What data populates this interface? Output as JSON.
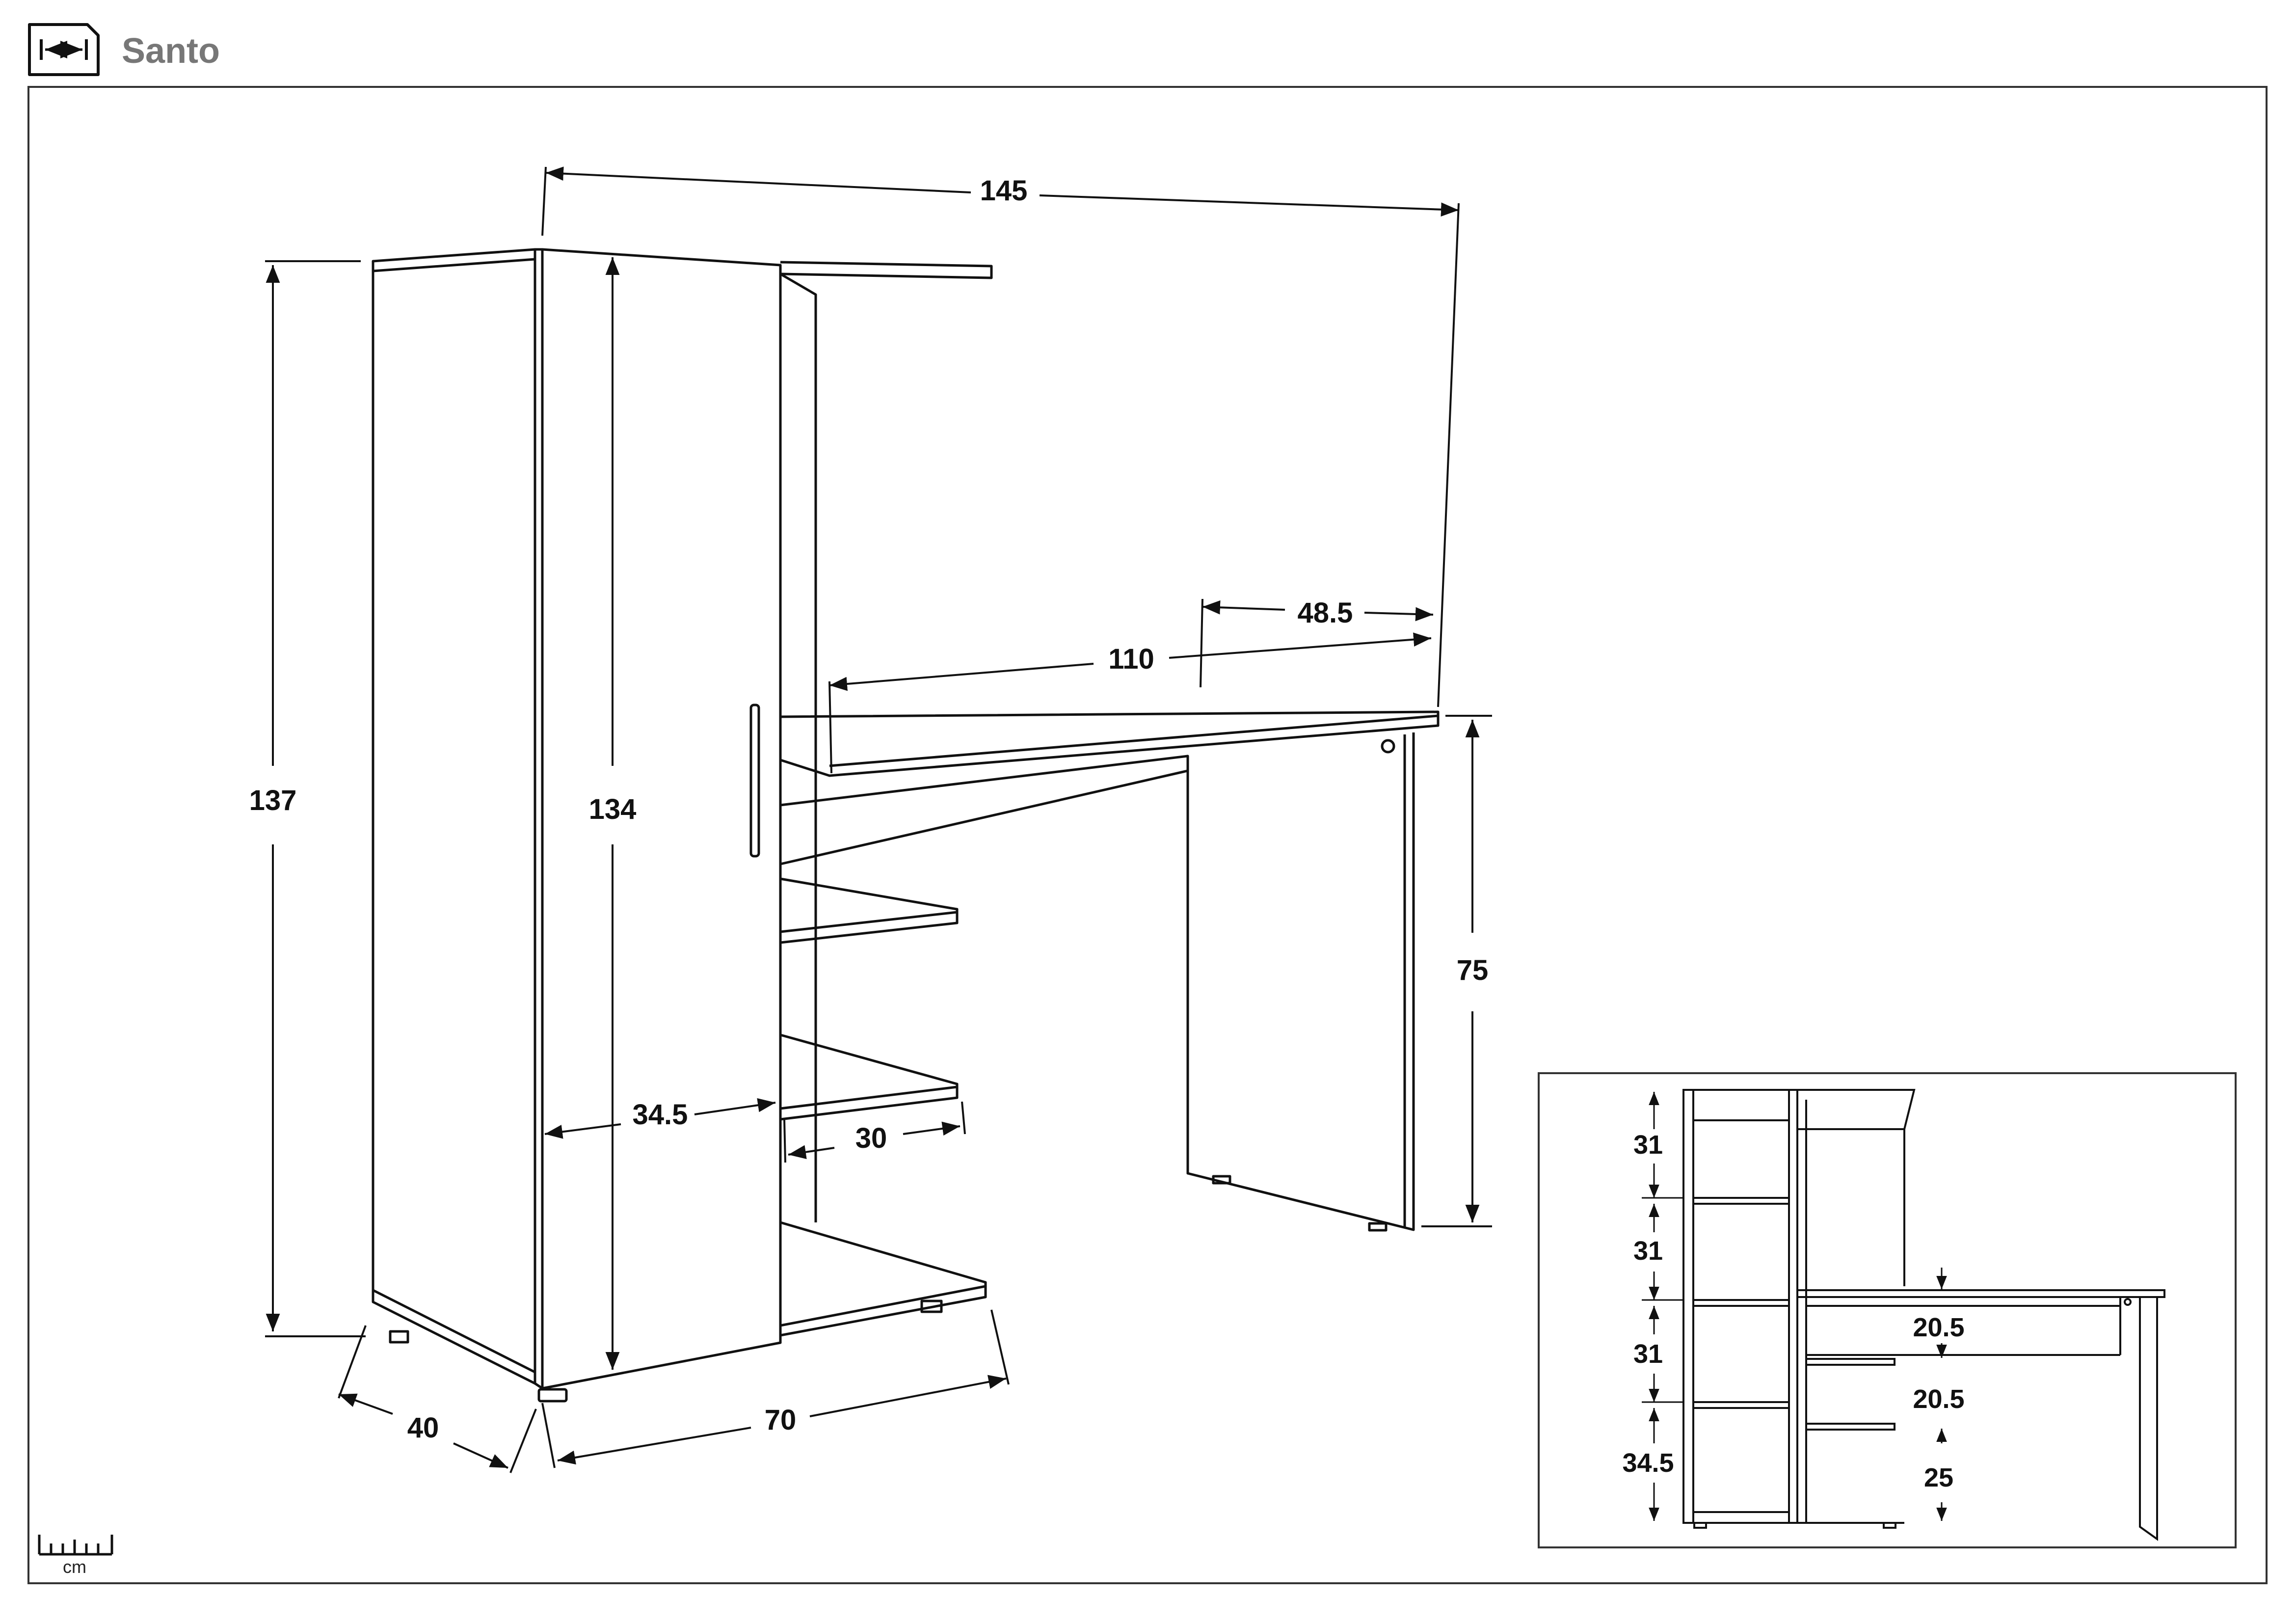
{
  "header": {
    "title": "Santo",
    "icon": "dimensions-icon"
  },
  "units": {
    "label": "cm",
    "icon": "ruler-icon"
  },
  "main_view": {
    "total_width": "145",
    "total_height": "137",
    "door_height": "134",
    "desk_length": "110",
    "desk_depth": "48.5",
    "desk_height": "75",
    "shelf_depth": "34.5",
    "shelf_width": "30",
    "cabinet_depth": "40",
    "cabinet_width": "70"
  },
  "inset_view": {
    "shelf_heights": [
      "31",
      "31",
      "31",
      "34.5"
    ],
    "desk_shelf_gaps": [
      "20.5",
      "20.5",
      "25"
    ]
  },
  "colors": {
    "line": "#111111",
    "title": "#777777"
  }
}
